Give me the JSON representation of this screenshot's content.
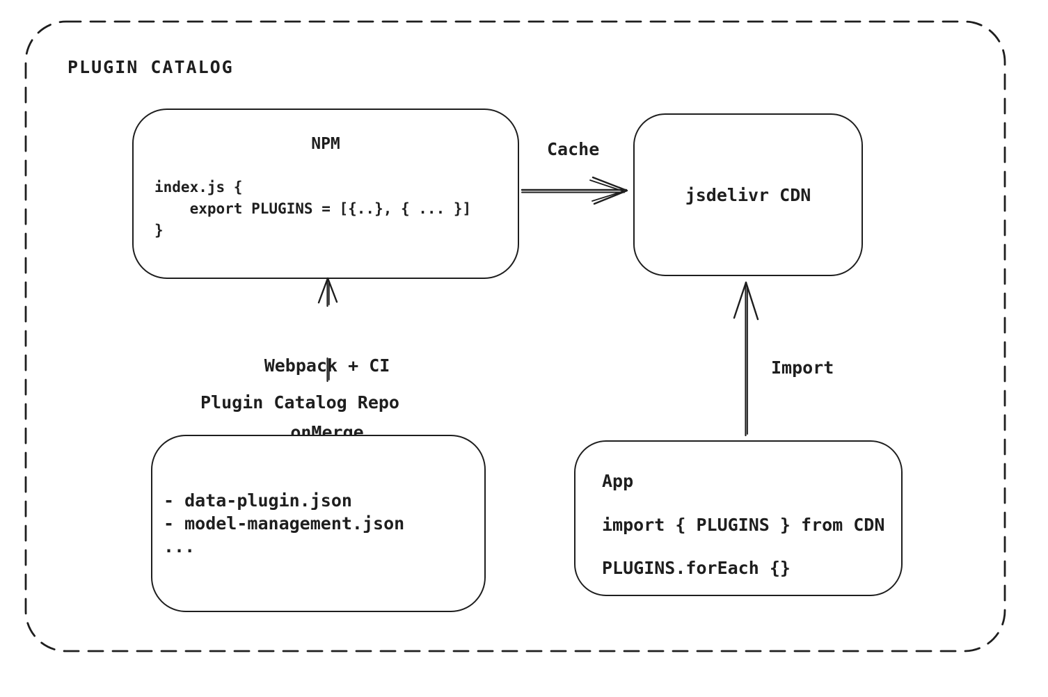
{
  "diagram": {
    "title": "PLUGIN CATALOG",
    "colors": {
      "stroke": "#1e1e1e",
      "background": "#ffffff"
    },
    "npm": {
      "title": "NPM",
      "code": [
        "index.js {",
        "    export PLUGINS = [{..}, { ... }]",
        "}"
      ]
    },
    "cdn": {
      "label": "jsdelivr CDN"
    },
    "repo": {
      "label": "Plugin Catalog Repo",
      "items": [
        "- data-plugin.json",
        "- model-management.json",
        "..."
      ]
    },
    "app": {
      "title": "App",
      "lines": [
        "import { PLUGINS } from CDN",
        "PLUGINS.forEach {}"
      ]
    },
    "edges": {
      "cache": {
        "label": "Cache"
      },
      "build": {
        "label_line1": "Webpack + CI",
        "label_line2": "onMerge"
      },
      "import": {
        "label": "Import"
      }
    }
  }
}
